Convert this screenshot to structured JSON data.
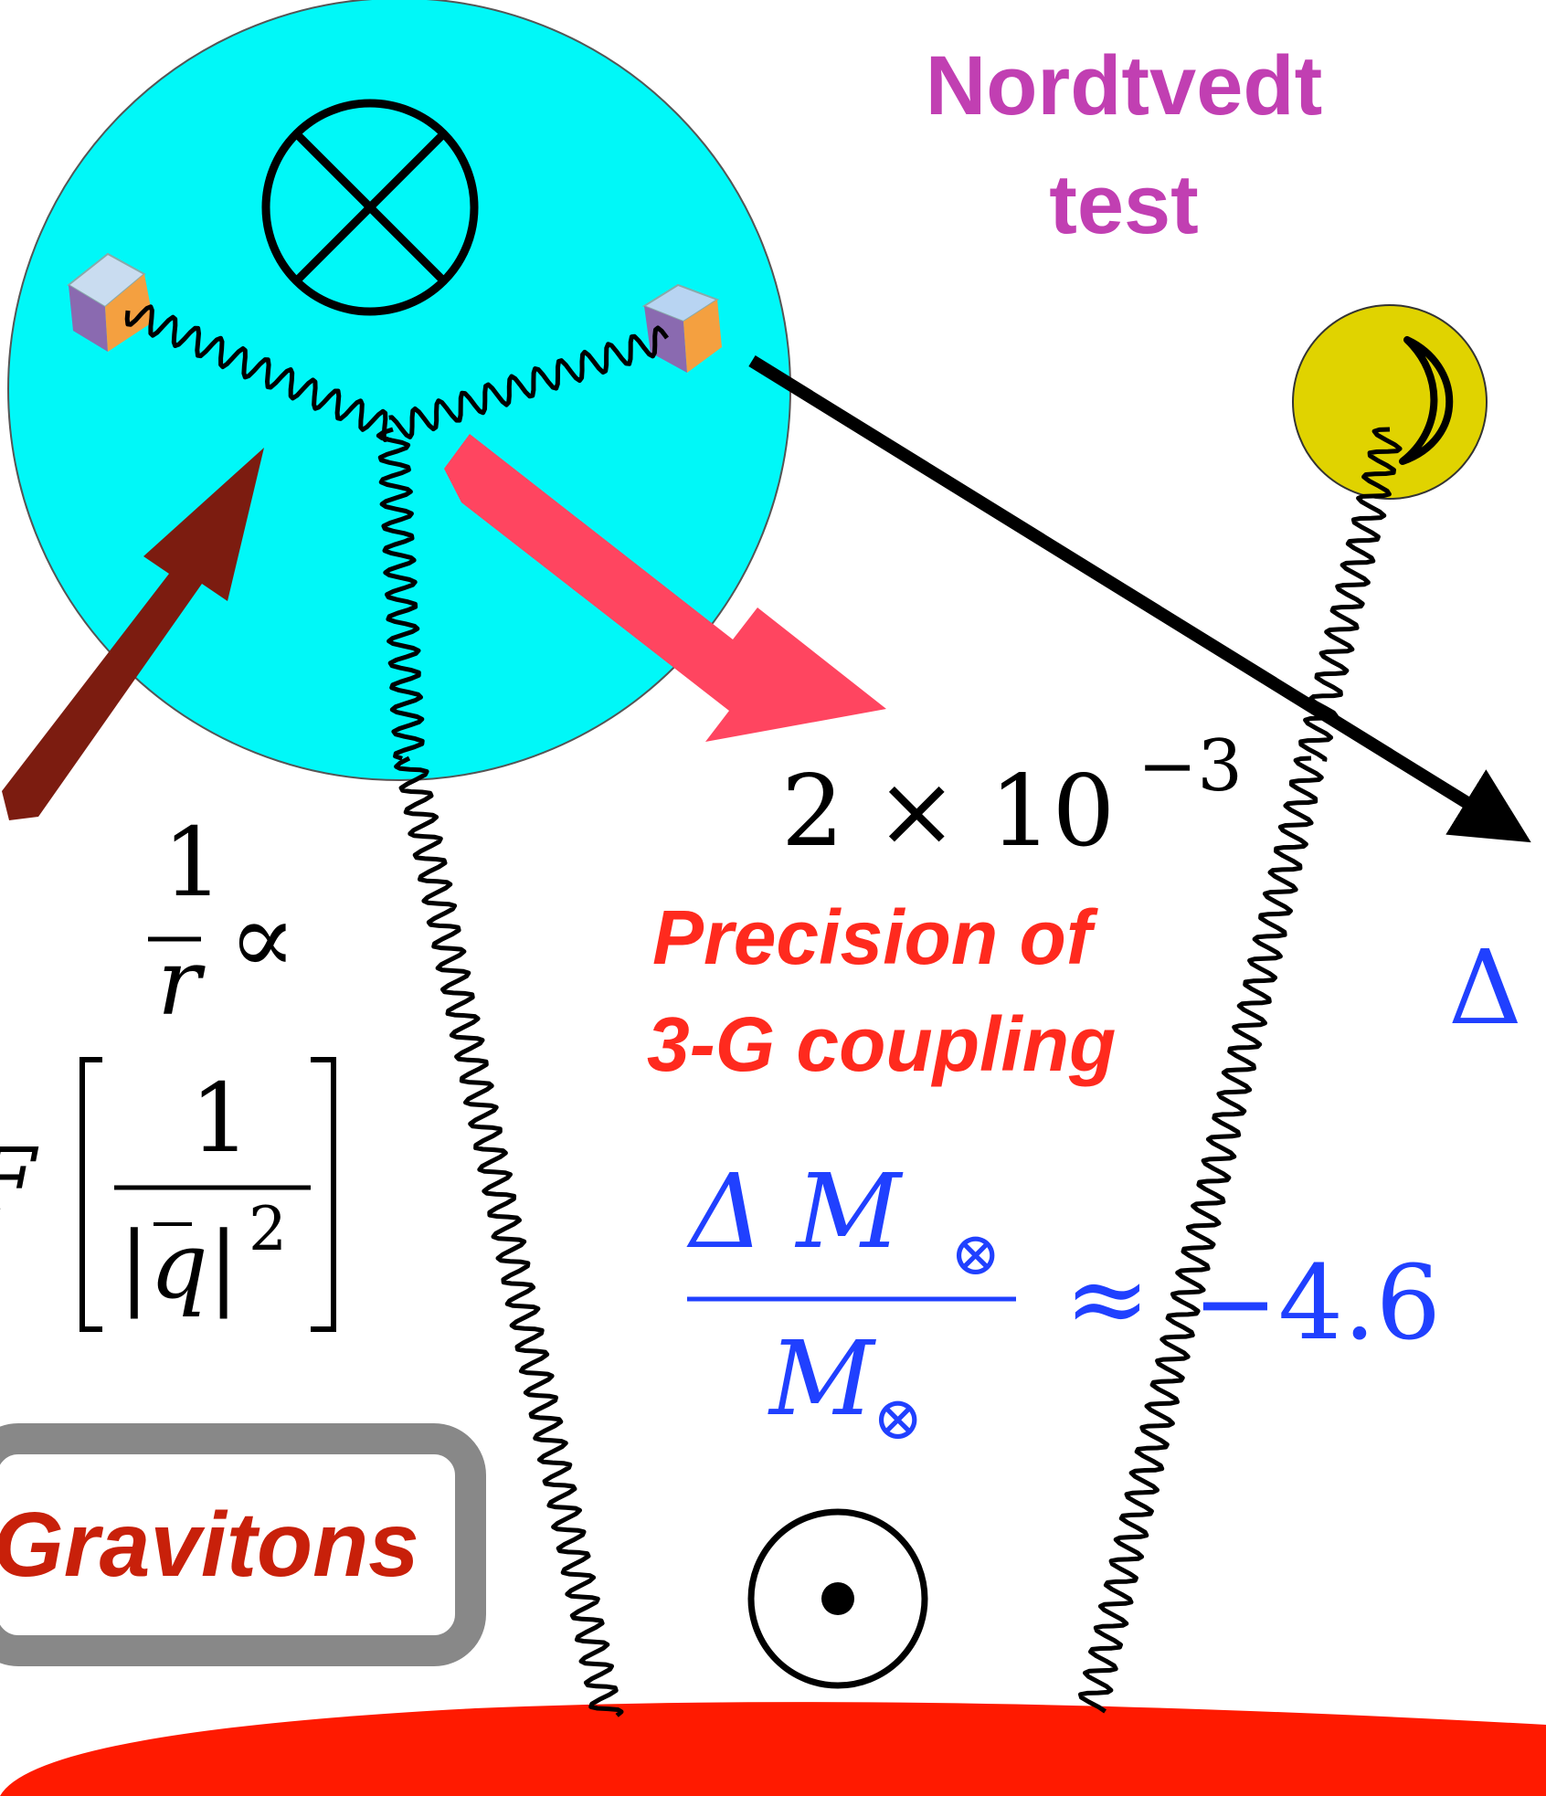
{
  "labels": {
    "nordtvedt_line1": "Nordtvedt",
    "nordtvedt_line2": "test",
    "scale_value": "2 × 10",
    "scale_exponent": "−3",
    "precision_line1": "Precision of",
    "precision_line2": "3-G coupling",
    "gravitons": "Gravitons",
    "inv_r_num": "1",
    "inv_r_den": "r",
    "proportional": "∝",
    "fourier_prefix": "F",
    "fourier_num": "1",
    "fourier_den": "|q|",
    "fourier_den_exp": "2",
    "mass_num": "Δ M",
    "mass_den": "M",
    "otimes": "⊗",
    "approx": "≈",
    "mass_value": "−4.6",
    "delta_partial": "Δ"
  },
  "colors": {
    "bubble_fill": "#00f8f8",
    "moon_fill": "#e0d300",
    "earth_fill": "#ff1a00",
    "nordtvedt_text": "#c13fb2",
    "precision_text": "#ff2a1e",
    "math_blue": "#2040ff",
    "gravitons_text": "#c8200a",
    "gravitons_box_border": "#888888",
    "pink_arrow": "#ff4560",
    "brown_arrow": "#7c1c10",
    "black": "#000000"
  },
  "icons": {
    "graviton_loop": "otimes-symbol",
    "sun": "sun-symbol",
    "moon": "moon-crescent-symbol",
    "cubes": "test-mass-cube"
  }
}
